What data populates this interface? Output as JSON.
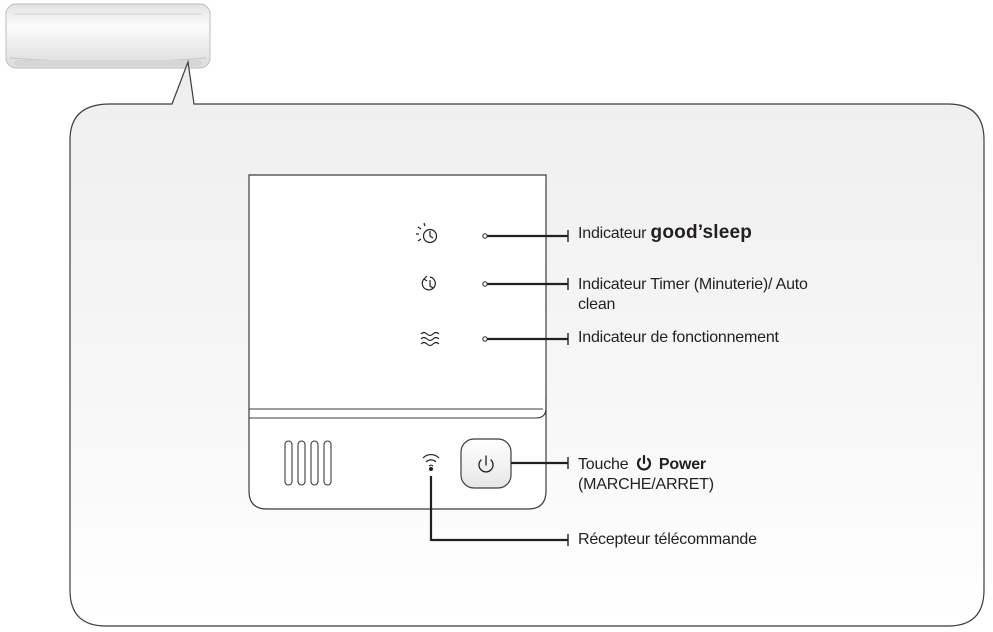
{
  "indicators": {
    "good_sleep": {
      "prefix": "Indicateur",
      "brand": "good’sleep",
      "icon": "good-sleep-icon"
    },
    "timer": {
      "line1": "Indicateur Timer (Minuterie)/ Auto",
      "line2": "clean",
      "icon": "timer-clock-icon"
    },
    "operation": {
      "text": "Indicateur de fonctionnement",
      "icon": "operation-waves-icon"
    }
  },
  "power": {
    "prefix": "Touche",
    "bold": "Power",
    "line2": "(MARCHE/ARRET)",
    "icon": "power-icon"
  },
  "receiver": {
    "text": "Récepteur télécommande",
    "icon": "remote-receiver-icon"
  },
  "colors": {
    "line": "#231f20",
    "outline": "#3c3c3c",
    "panel": "#ffffff"
  }
}
